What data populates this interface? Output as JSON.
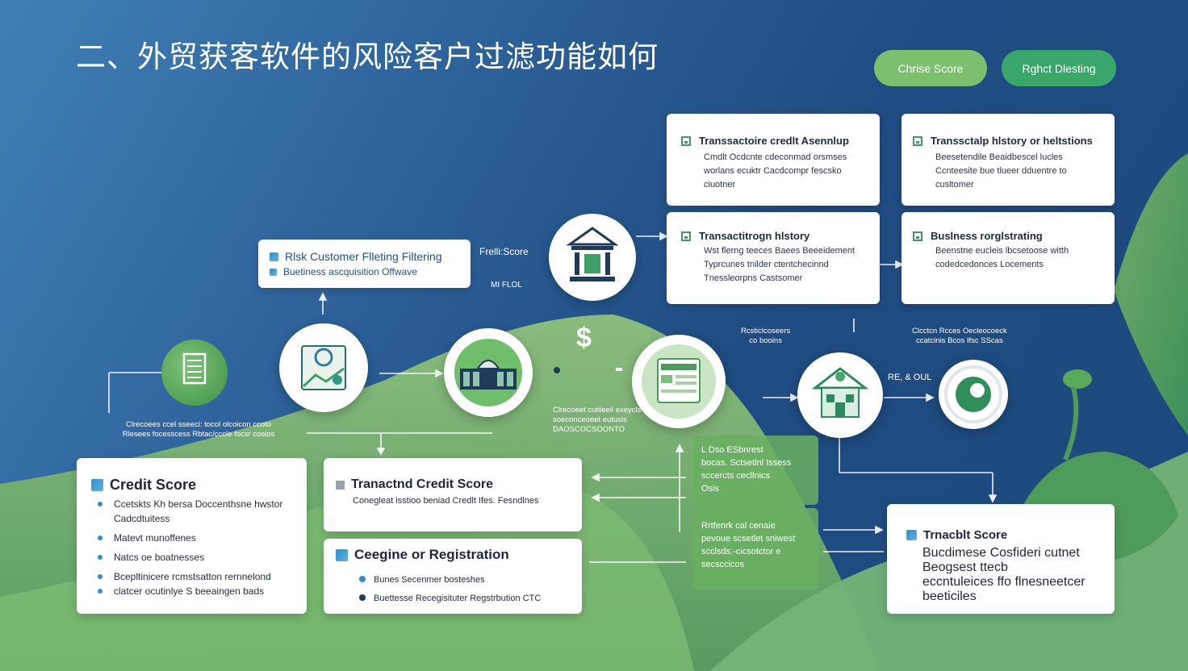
{
  "title": "二、外贸获客软件的风险客户过滤功能如何",
  "pills": {
    "left": "Chrise Score",
    "right": "Rghct Dlesting"
  },
  "colors": {
    "background": "#1f4c82",
    "accent_green": "#5aaa5e",
    "pill_left": "#7cc06d",
    "pill_right": "#3aa76a"
  },
  "risk_box": {
    "line1": "Rlsk Customer Flleting Filtering",
    "line2": "Buetiness ascquisition Offwave"
  },
  "labels": {
    "score": "Frelli:Score",
    "score_sub": "MI FLOL",
    "left_desc_1": "Clrecoees ccel sseeci: tocol olcoicon ccoto",
    "left_desc_2": "Rlesees focesscess Rbtac/cccle focsr cosios",
    "dollar": "$",
    "middle_desc_1": "Clrecoeet cutiieeil exeycls",
    "middle_desc_2": "soeconceoeet eutusis",
    "middle_desc_3": "DAOSCOCSOONTO",
    "right_desc_1": "Rcsticlcoseers",
    "right_desc_2": "co booins",
    "right_desc_3": "Clcctcn Rcces Oecleocoeck",
    "right_desc_4": "ccatcinis Bcos Ifsc SScas",
    "rsol": "RE, & OUL"
  },
  "top_cards": [
    {
      "title": "Transsactoire credlt Asennlup",
      "lines": [
        "Cmdlt Ocdcnte cdeconmad orsmses",
        "worlans ecuktr Cacdcompr fescsko",
        "ciuotner"
      ]
    },
    {
      "title": "Transsctalp hlstory or heltstions",
      "lines": [
        "Beesetendile Beaidbescel lucles",
        "Ccnteesite bue tlueer dduentre to",
        "cusltomer"
      ]
    },
    {
      "title": "Transactitrogn hlstory",
      "lines": [
        "Wst flerng teeces Baees Beeeidement",
        "Typrcunes tnilder ctentchecinnd",
        "Tnessleorpns Castsomer"
      ]
    },
    {
      "title": "Buslness rorglstrating",
      "lines": [
        "Beenstne eucleis lbcsetoose witth",
        "codedcedonces Locements"
      ]
    }
  ],
  "credit_box": {
    "title": "Credit Score",
    "items": [
      "Ccetskts Kh bersa Doccenthsne hwstor",
      "Cadcdtuitess",
      "Matevt munoffenes",
      "Natcs oe boatnesses",
      "Bcepltinicere rcmstsatton rernnelond",
      "clatcer ocutinlye S beeaingen bads"
    ]
  },
  "transaction_box": {
    "title": "Tranactnd Credit Score",
    "line": "Conegleat isstioo beniad Credlt Ifes. Fesndlnes"
  },
  "register_box": {
    "title": "Ceegine or Registration",
    "items": [
      "Bunes Secenmer bosteshes",
      "Buettesse Recegisituter Regstrbution CTC"
    ]
  },
  "green_boxes": [
    {
      "lines": [
        "L Dso ESbnrest",
        "bocas. Sctsetlnl Issess",
        "sccercts cecllnics",
        "Osis"
      ]
    },
    {
      "lines": [
        "Rrtfenrk cal cenaie",
        "pevoue scsetlet sniwest",
        "scclsds:-cicsotctor e",
        "secsccicos"
      ]
    }
  ],
  "result_box": {
    "title": "Trnacblt Score",
    "lines": [
      "Bucdimese Cosfideri cutnet Beogsest ttecb",
      "eccntuleices ffo flnesneetcer beeticiles"
    ]
  }
}
